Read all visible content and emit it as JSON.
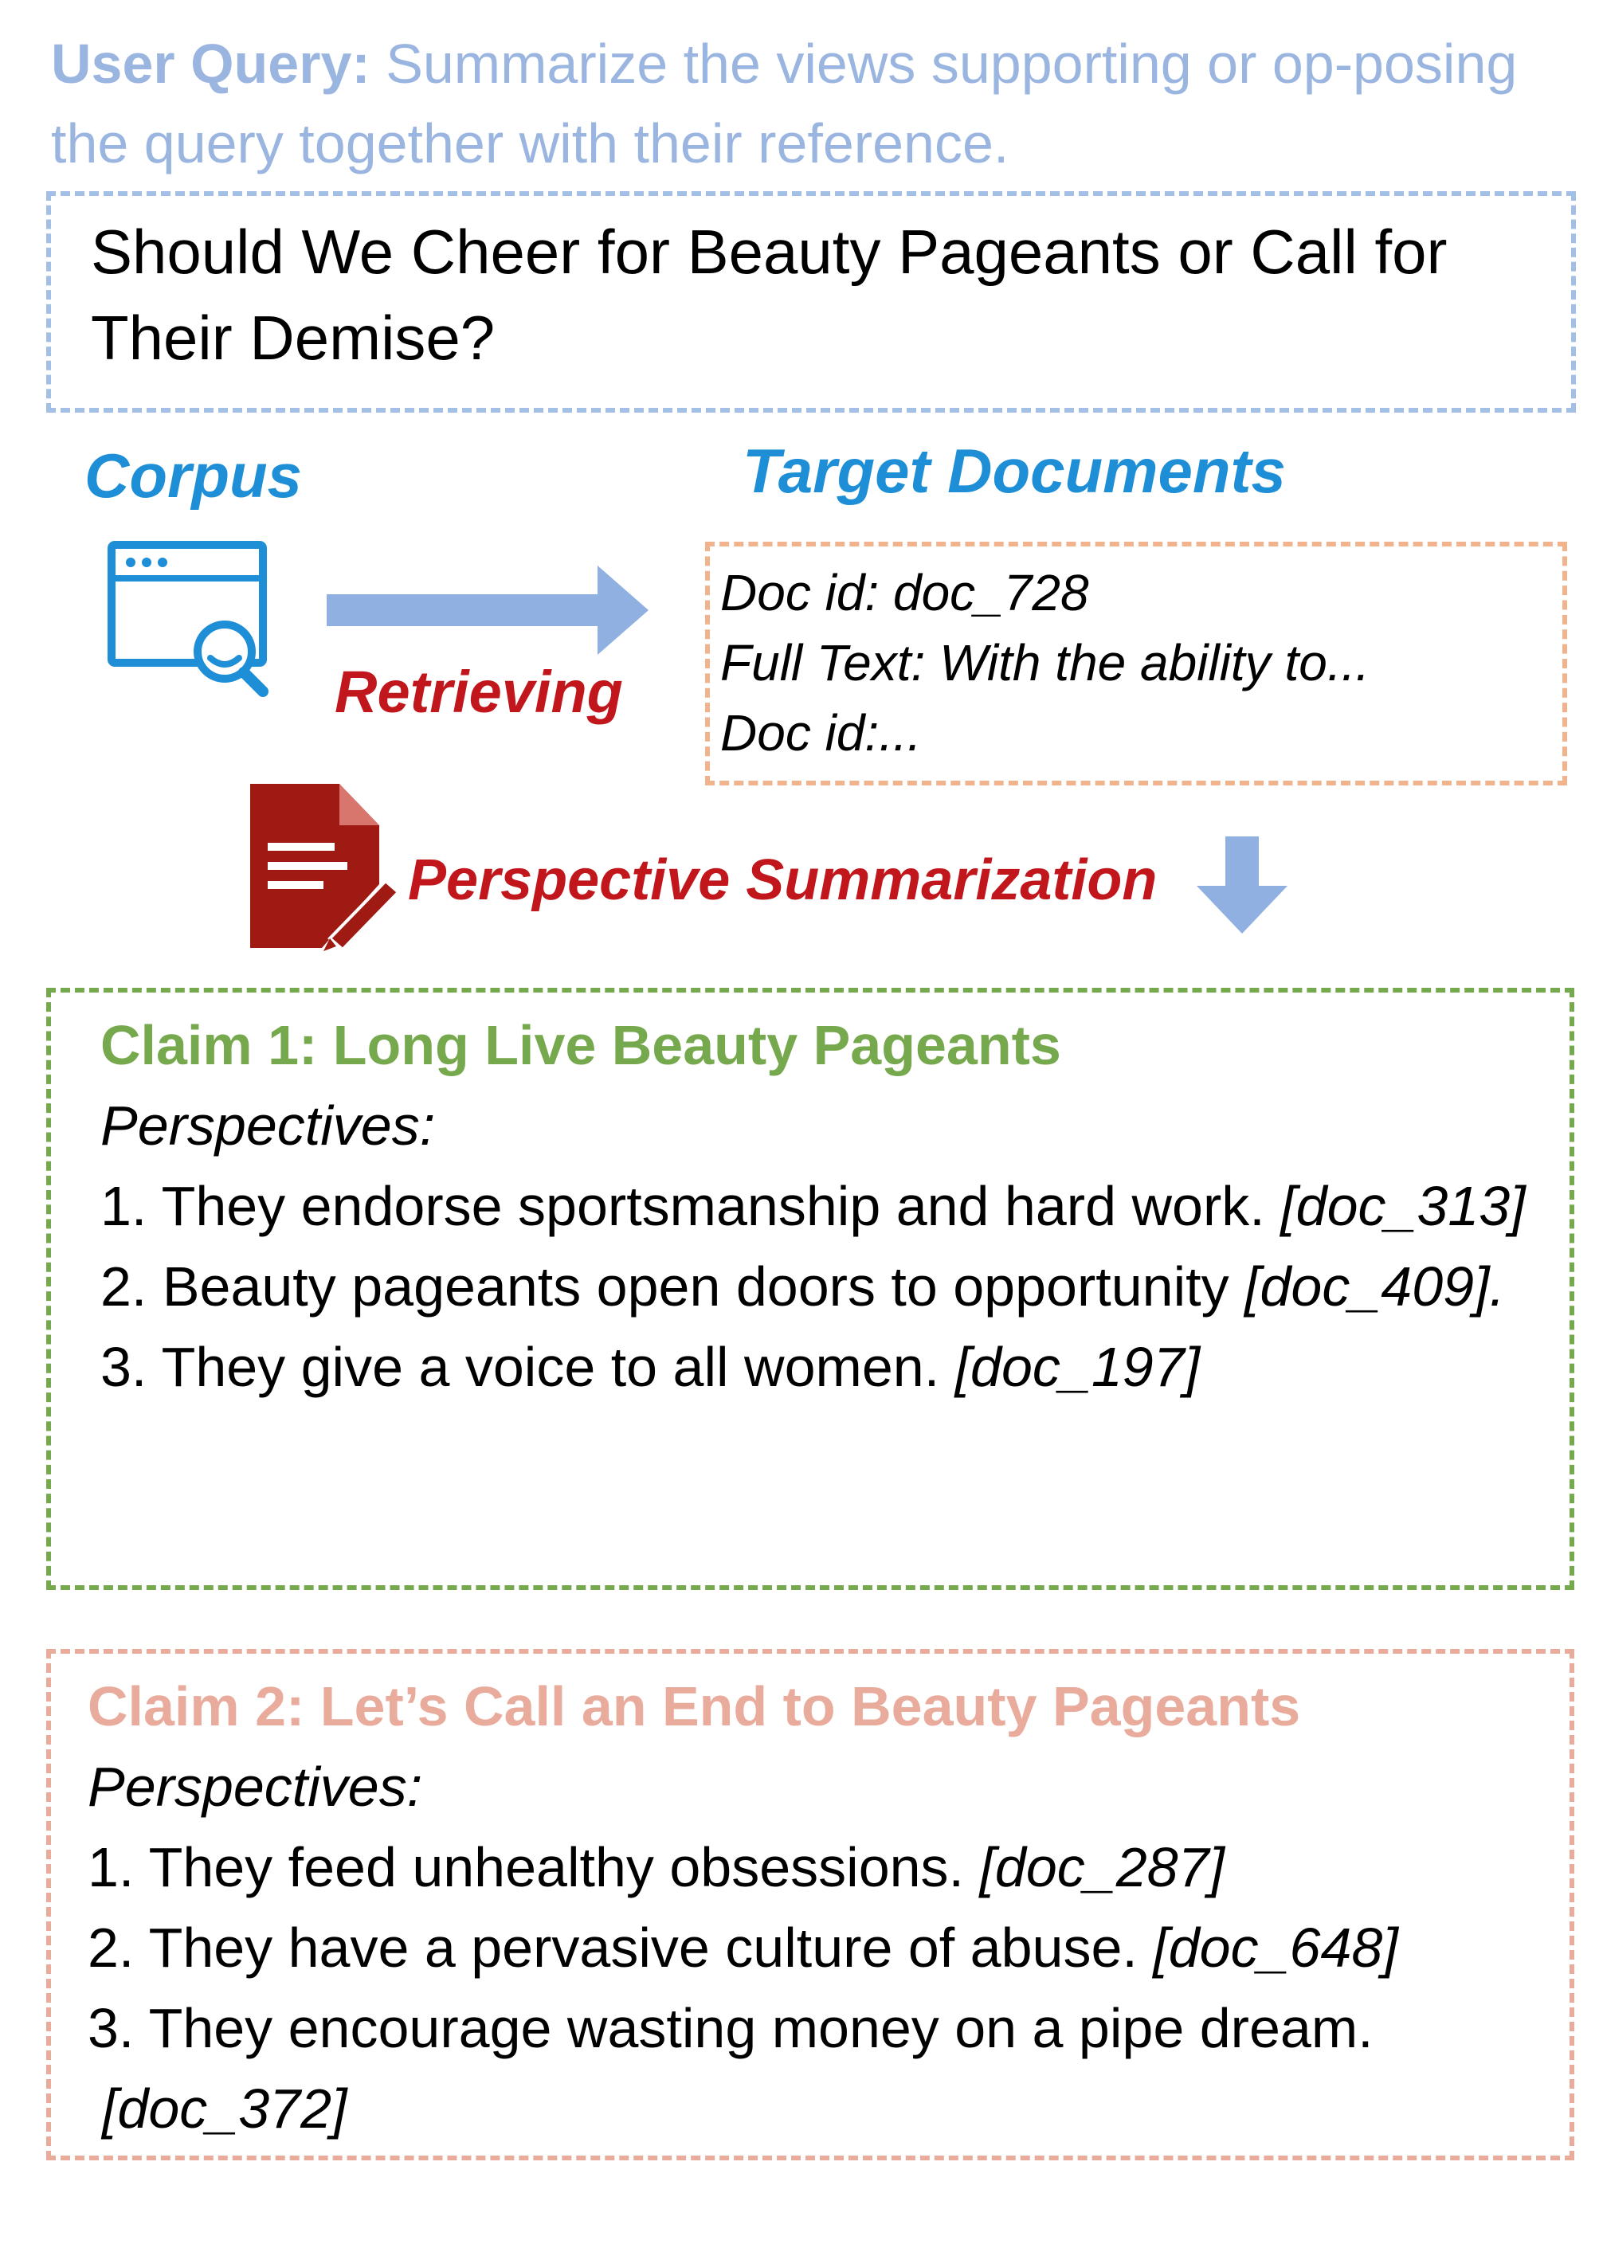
{
  "query": {
    "label": "User Query:",
    "text": "Summarize the views supporting or op-posing the query together with their reference."
  },
  "question": "Should We Cheer for Beauty Pageants or Call for Their Demise?",
  "corpus": {
    "title": "Corpus",
    "icon": "browser-search-icon"
  },
  "retrieving_label": "Retrieving",
  "target_documents": {
    "title": "Target Documents",
    "lines": [
      "Doc id: doc_728",
      "Full Text: With the ability to...",
      "Doc id:..."
    ]
  },
  "summarization": {
    "label": "Perspective Summarization",
    "icon": "document-edit-icon"
  },
  "claims": [
    {
      "title": "Claim 1: Long Live Beauty Pageants",
      "subtitle": "Perspectives:",
      "items": [
        {
          "text": "1. They endorse sportsmanship and hard work.",
          "cite": "[doc_313]"
        },
        {
          "text": "2. Beauty pageants open doors to opportunity",
          "cite": "[doc_409]."
        },
        {
          "text": "3. They give a voice to all women.",
          "cite": "[doc_197]"
        }
      ]
    },
    {
      "title": "Claim 2: Let’s Call an End to Beauty Pageants",
      "subtitle": "Perspectives:",
      "items": [
        {
          "text": "1. They feed unhealthy obsessions.",
          "cite": "[doc_287]"
        },
        {
          "text": "2. They have a pervasive culture of abuse.",
          "cite": "[doc_648]"
        },
        {
          "text": "3. They encourage wasting money on a pipe dream.",
          "cite": "[doc_372]"
        }
      ]
    }
  ],
  "colors": {
    "query": "#9ab5e0",
    "title_blue": "#1e8fd6",
    "red": "#c0161c",
    "dark_red_icon": "#9e1a12",
    "claim1_green": "#76a84e",
    "claim2_salmon": "#e8ab9c",
    "docs_border": "#f0b38c",
    "arrow": "#8fb0e0"
  }
}
